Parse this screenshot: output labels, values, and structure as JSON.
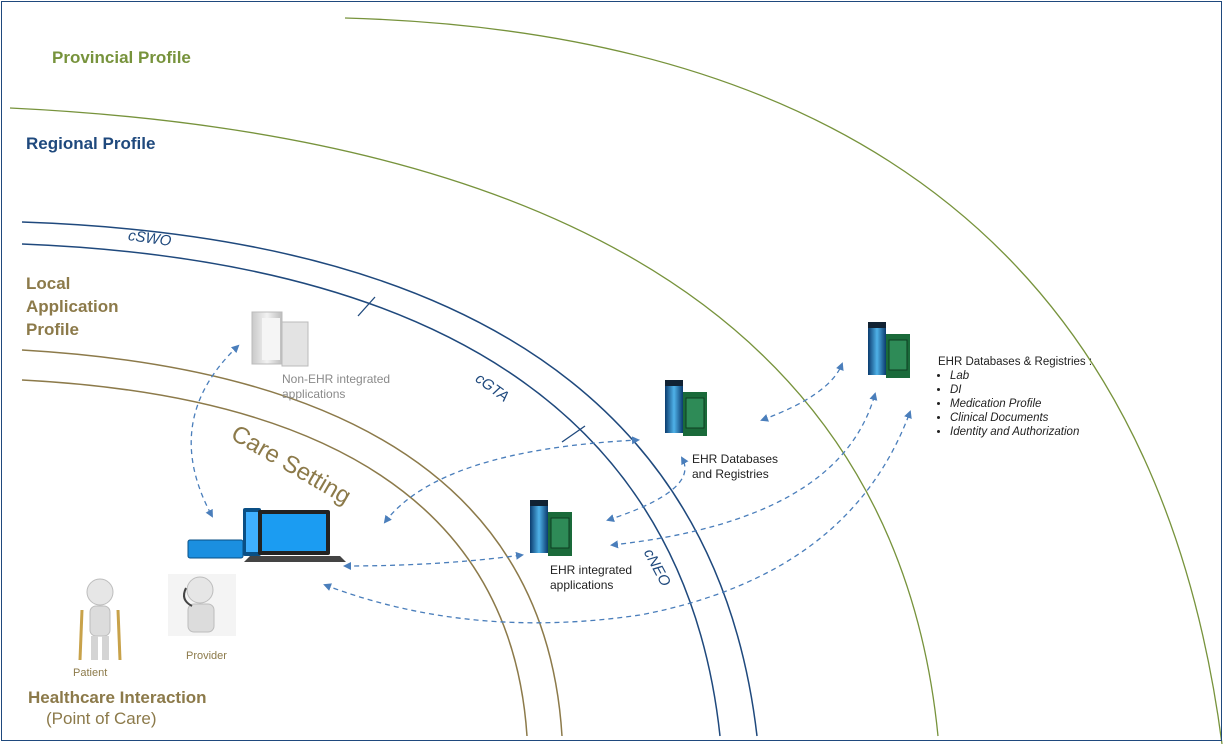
{
  "labels": {
    "provincial_profile": "Provincial Profile",
    "regional_profile": "Regional Profile",
    "local_application_profile": "Local Application Profile",
    "care_setting": "Care Setting",
    "healthcare_interaction": "Healthcare Interaction",
    "point_of_care": "(Point of Care)"
  },
  "regions": {
    "cswo": "cSWO",
    "cgta": "cGTA",
    "cneo": "cNEO"
  },
  "nodes": {
    "non_ehr_apps": "Non-EHR integrated applications",
    "ehr_db_registries": "EHR Databases and Registries",
    "ehr_integrated_apps": "EHR integrated applications",
    "patient": "Patient",
    "provider": "Provider"
  },
  "provincial_registries": {
    "title": "EHR Databases & Registries :",
    "items": [
      "Lab",
      "DI",
      "Medication Profile",
      "Clinical Documents",
      "Identity and Authorization"
    ]
  },
  "colors": {
    "provincial": "#77933c",
    "regional": "#1f497d",
    "local": "#8c7a4a",
    "arrow": "#4a7ebb"
  }
}
